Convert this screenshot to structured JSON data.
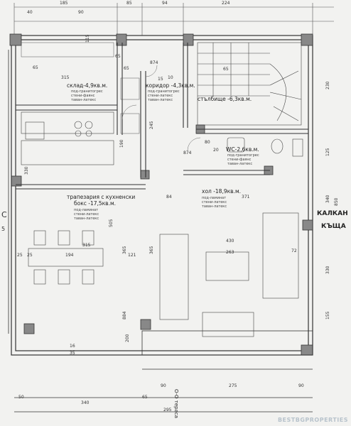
{
  "rooms": {
    "storage": {
      "name": "склад-4,9кв.м.",
      "notes": [
        "под-гранитогрес",
        "стени-фаянс",
        "таван-латекс"
      ]
    },
    "corridor": {
      "name": "коридор -4,3кв.м.",
      "notes": [
        "под-гранитогрес",
        "стени-латекс",
        "таван-латекс"
      ]
    },
    "stairs": {
      "name": "стълбище -6,3кв.м."
    },
    "wc": {
      "name": "WC-2,6кв.м.",
      "notes": [
        "под-гранитогрес",
        "стени-фаянс",
        "таван-латекс"
      ]
    },
    "dining": {
      "name_line1": "трапезария с кухненски",
      "name_line2": "бокс -17,5кв.м.",
      "notes": [
        "под-ламинат",
        "стени-латекс",
        "таван-латекс"
      ]
    },
    "hall": {
      "name": "хол -18,9кв.м.",
      "notes": [
        "под-ламинат",
        "стени-латекс",
        "таван-латекс"
      ]
    }
  },
  "side_labels": {
    "right_line1": "КАЛКАН",
    "right_line2": "КЪЩА",
    "left_letter": "С",
    "left_digit": "5",
    "bottom": "О-О тераса"
  },
  "dimensions": {
    "top": [
      "185",
      "85",
      "94",
      "224"
    ],
    "top_row2": [
      "65",
      "315",
      "15",
      "65",
      "10",
      "65"
    ],
    "interior_h": [
      "874",
      "874",
      "315",
      "194",
      "121",
      "263",
      "430",
      "72",
      "84",
      "371"
    ],
    "interior_v": [
      "330",
      "365",
      "25",
      "25",
      "884",
      "230",
      "125",
      "340",
      "330",
      "155",
      "850"
    ],
    "bottom": [
      "50",
      "340",
      "65",
      "90",
      "275",
      "295",
      "90"
    ],
    "small": [
      "40",
      "115",
      "90",
      "80",
      "20",
      "505",
      "245",
      "190",
      "365",
      "200",
      "16",
      "35",
      "65"
    ]
  },
  "watermark": "BESTBGPROPERTIES"
}
